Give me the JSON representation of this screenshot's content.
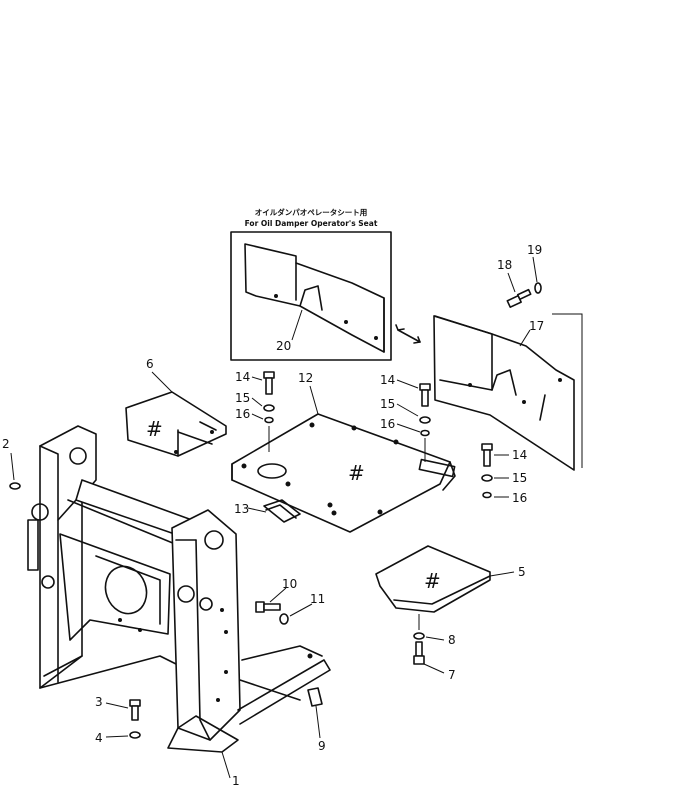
{
  "inset_caption": {
    "line1": "オイルダンパオペレータシート用",
    "line2": "For Oil Damper Operator's Seat"
  },
  "part_marks": {
    "seat_bracket": "#",
    "floor_plate": "#",
    "cover_5": "#"
  },
  "callouts": [
    {
      "id": "1",
      "label": "1"
    },
    {
      "id": "2",
      "label": "2"
    },
    {
      "id": "3",
      "label": "3"
    },
    {
      "id": "4",
      "label": "4"
    },
    {
      "id": "5",
      "label": "5"
    },
    {
      "id": "6",
      "label": "6"
    },
    {
      "id": "7",
      "label": "7"
    },
    {
      "id": "8",
      "label": "8"
    },
    {
      "id": "9",
      "label": "9"
    },
    {
      "id": "10",
      "label": "10"
    },
    {
      "id": "11",
      "label": "11"
    },
    {
      "id": "12",
      "label": "12"
    },
    {
      "id": "13",
      "label": "13"
    },
    {
      "id": "14a",
      "label": "14"
    },
    {
      "id": "14b",
      "label": "14"
    },
    {
      "id": "14c",
      "label": "14"
    },
    {
      "id": "15a",
      "label": "15"
    },
    {
      "id": "15b",
      "label": "15"
    },
    {
      "id": "15c",
      "label": "15"
    },
    {
      "id": "16a",
      "label": "16"
    },
    {
      "id": "16b",
      "label": "16"
    },
    {
      "id": "16c",
      "label": "16"
    },
    {
      "id": "17",
      "label": "17"
    },
    {
      "id": "18",
      "label": "18"
    },
    {
      "id": "19",
      "label": "19"
    },
    {
      "id": "20",
      "label": "20"
    }
  ]
}
